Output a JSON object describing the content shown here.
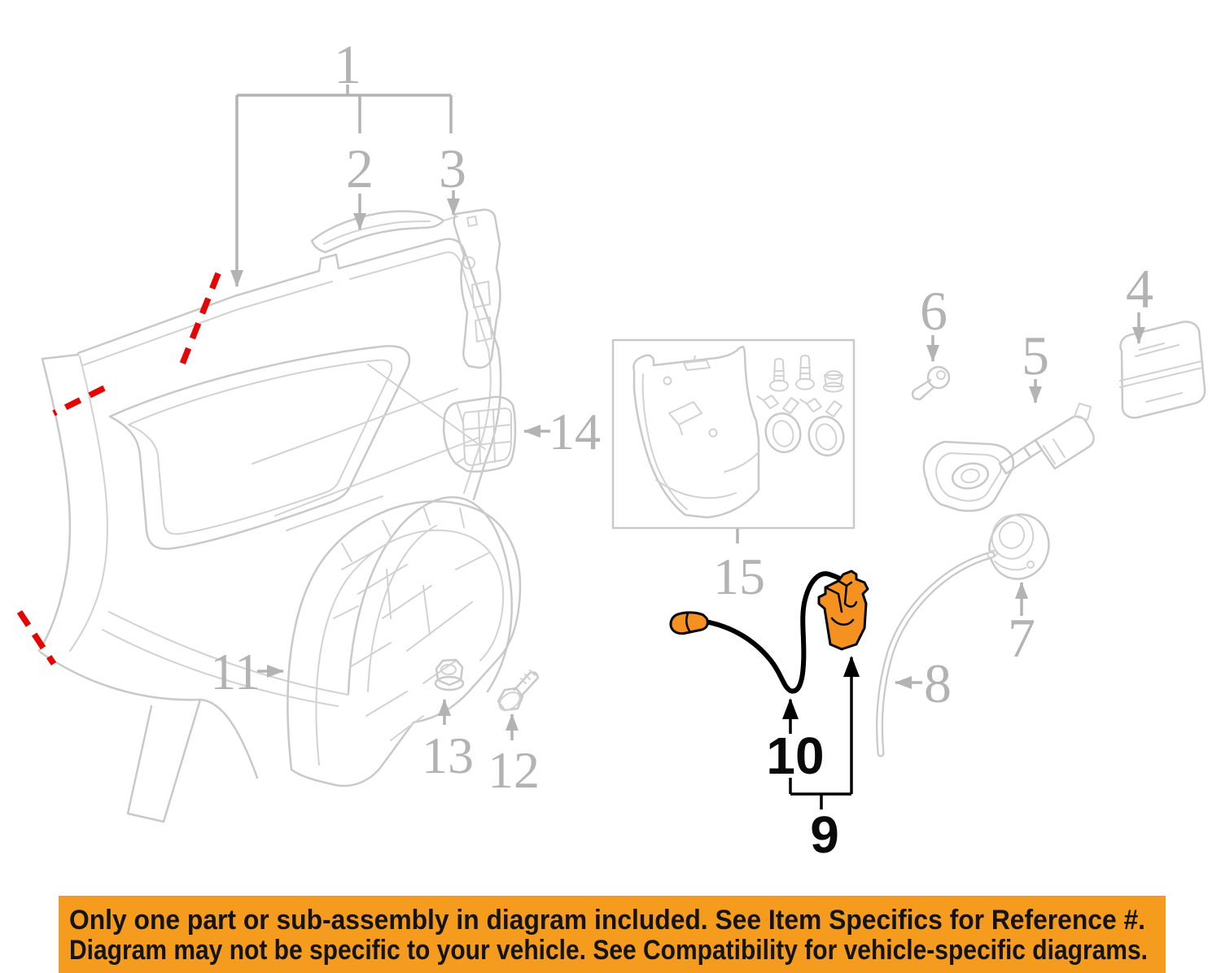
{
  "diagram_title": "Quarter panel and components parts diagram",
  "colors": {
    "sketch_gray": "#c9c9c9",
    "label_gray": "#b3b3b3",
    "highlight_orange": "#f59120",
    "red_marker": "#e60505",
    "banner_orange": "#f59c1f",
    "banner_text": "#141414"
  },
  "callouts": {
    "n1": "1",
    "n2": "2",
    "n3": "3",
    "n4": "4",
    "n5": "5",
    "n6": "6",
    "n7": "7",
    "n8": "8",
    "n9": "9",
    "n10": "10",
    "n11": "11",
    "n12": "12",
    "n13": "13",
    "n14": "14",
    "n15": "15"
  },
  "banner": {
    "line1": "Only one part or sub-assembly in diagram included. See Item Specifics for Reference #.",
    "line2": "Diagram may not be specific to your vehicle. See Compatibility for vehicle-specific diagrams."
  }
}
